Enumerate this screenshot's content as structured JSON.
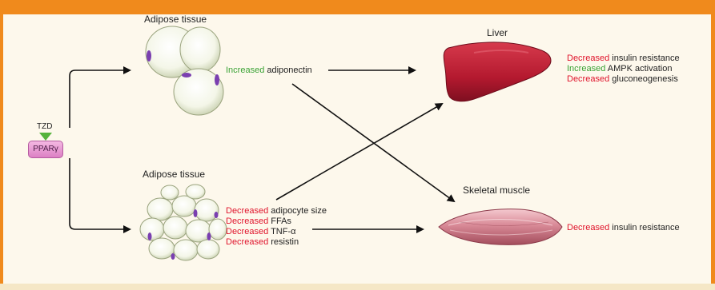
{
  "colors": {
    "border": "#f08a1c",
    "background": "#fdf8ec",
    "decreased": "#e0142c",
    "increased": "#3aa235",
    "arrow": "#111111",
    "liver": "#b4192f",
    "muscle": "#c97a86",
    "pill": "#e39ad0",
    "tzd_arrow": "#55b33b"
  },
  "drug": {
    "tzd": "TZD",
    "receptor": "PPARγ"
  },
  "adipose_top": {
    "title": "Adipose tissue",
    "effects": [
      {
        "direction": "Increased",
        "text": "adiponectin"
      }
    ]
  },
  "adipose_bottom": {
    "title": "Adipose tissue",
    "effects": [
      {
        "direction": "Decreased",
        "text": "adipocyte size"
      },
      {
        "direction": "Decreased",
        "text": "FFAs"
      },
      {
        "direction": "Decreased",
        "text": "TNF-α"
      },
      {
        "direction": "Decreased",
        "text": "resistin"
      }
    ]
  },
  "liver": {
    "title": "Liver",
    "effects": [
      {
        "direction": "Decreased",
        "text": "insulin resistance"
      },
      {
        "direction": "Increased",
        "text": "AMPK activation"
      },
      {
        "direction": "Decreased",
        "text": "gluconeogenesis"
      }
    ]
  },
  "muscle": {
    "title": "Skeletal muscle",
    "effects": [
      {
        "direction": "Decreased",
        "text": "insulin resistance"
      }
    ]
  }
}
